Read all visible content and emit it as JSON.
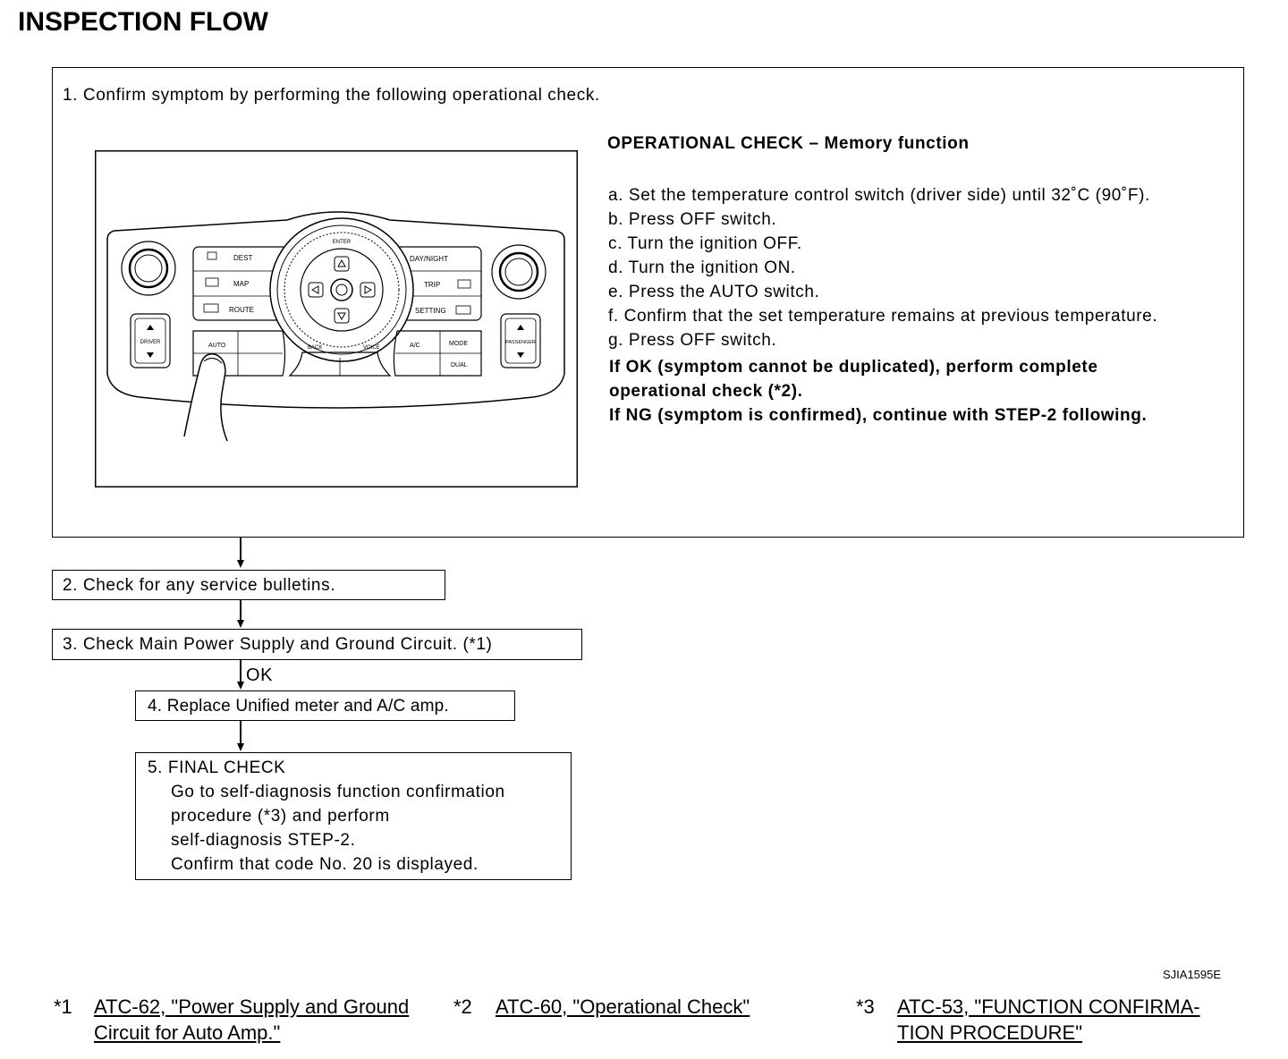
{
  "page": {
    "title": "INSPECTION FLOW",
    "figure_code": "SJIA1595E"
  },
  "step1": {
    "text": "1. Confirm symptom by performing the following operational check.",
    "check_title": "OPERATIONAL CHECK – Memory function",
    "items": [
      "a. Set the temperature control switch (driver side) until 32˚C (90˚F).",
      "b. Press OFF switch.",
      "c. Turn the ignition OFF.",
      "d. Turn the ignition ON.",
      "e. Press the AUTO switch.",
      "f.  Confirm that the set temperature remains at previous temperature.",
      "g. Press OFF switch."
    ],
    "result_lines": [
      "If OK (symptom cannot be duplicated), perform complete",
      "operational check (*2).",
      "If NG (symptom is confirmed), continue with STEP-2 following."
    ]
  },
  "panel": {
    "top_labels": [
      "ENTER"
    ],
    "left_buttons": [
      "DEST",
      "MAP",
      "ROUTE"
    ],
    "right_buttons": [
      "DAY/NIGHT",
      "TRIP",
      "SETTING"
    ],
    "bottom_left": [
      "AUTO"
    ],
    "bottom_right": [
      "A/C",
      "MODE",
      "DUAL"
    ],
    "side_left": "DRIVER",
    "side_right": "PASSENGER",
    "ring_labels": [
      "BACK",
      "VOICE"
    ]
  },
  "step2": {
    "text": "2. Check for any service bulletins."
  },
  "step3": {
    "text": "3. Check Main Power Supply and Ground Circuit. (*1)",
    "ok_label": "OK"
  },
  "step4": {
    "text": "4. Replace Unified meter and A/C amp."
  },
  "step5": {
    "lines": [
      "5. FINAL CHECK",
      "Go to self-diagnosis function confirmation",
      "procedure (*3) and perform",
      "self-diagnosis STEP-2.",
      "Confirm that code No. 20 is displayed."
    ]
  },
  "references": [
    {
      "mark": "*1",
      "lines": [
        "ATC-62, \"Power Supply and Ground",
        "Circuit for Auto Amp.\""
      ]
    },
    {
      "mark": "*2",
      "lines": [
        "ATC-60, \"Operational Check\""
      ]
    },
    {
      "mark": "*3",
      "lines": [
        "ATC-53, \"FUNCTION CONFIRMA-",
        "TION PROCEDURE\""
      ]
    }
  ]
}
